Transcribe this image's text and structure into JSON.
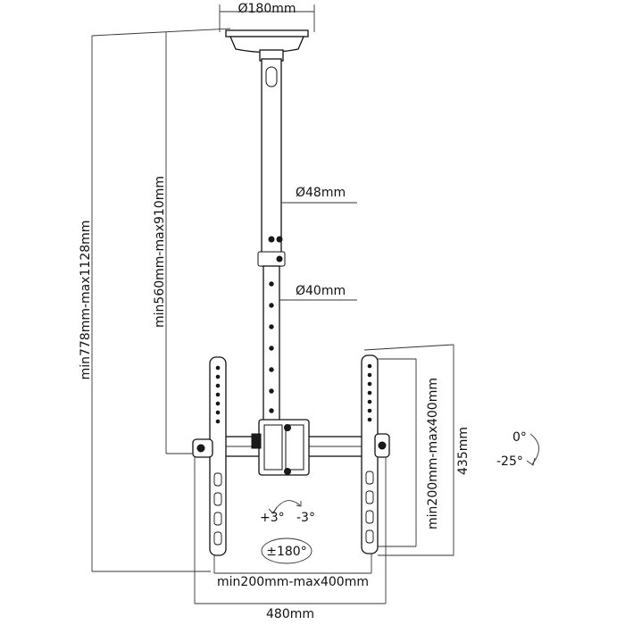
{
  "labels": {
    "ceiling_plate_diameter": "Ø180mm",
    "outer_pole_diameter": "Ø48mm",
    "inner_pole_diameter": "Ø40mm",
    "total_height": "min778mm-max1128mm",
    "pole_length": "min560mm-max910mm",
    "bracket_height_range": "min200mm-max400mm",
    "bracket_length": "435mm",
    "bracket_width_range": "min200mm-max400mm",
    "overall_width": "480mm",
    "tilt_up": "0°",
    "tilt_down": "-25°",
    "level_plus": "+3°",
    "level_minus": "-3°",
    "swivel": "±180°"
  },
  "colors": {
    "line": "#111111",
    "dimension": "#333333"
  }
}
